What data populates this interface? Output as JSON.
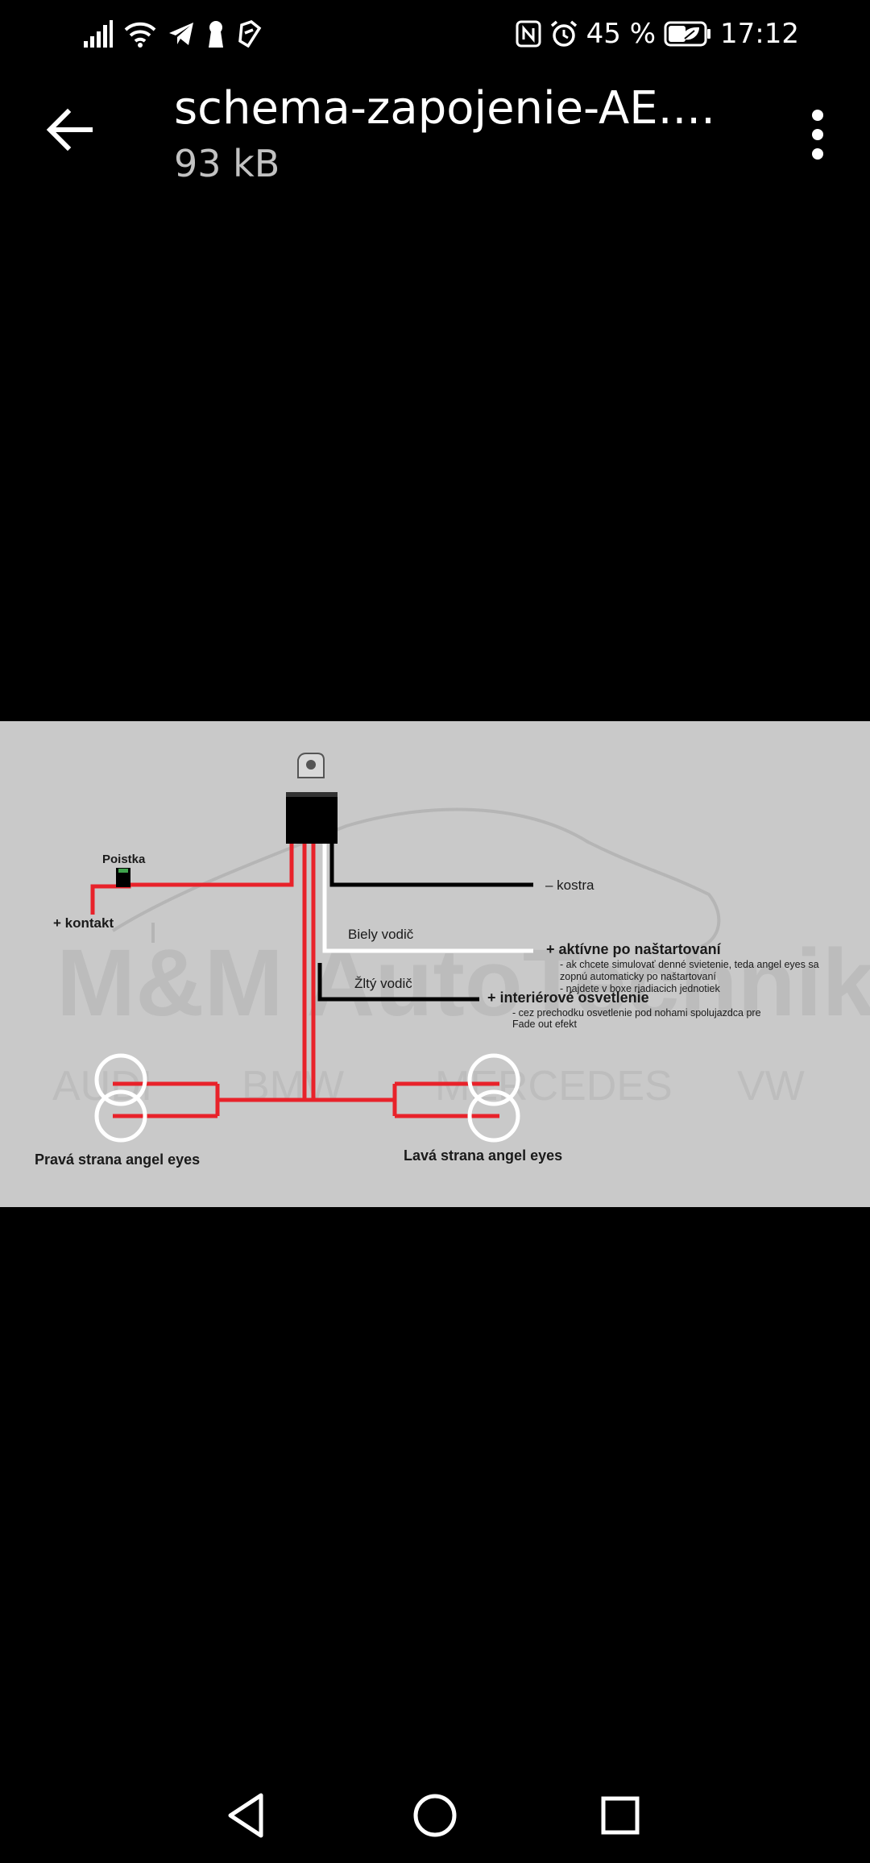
{
  "status_bar": {
    "battery": "45 %",
    "time": "17:12",
    "left_icons": [
      "signal-icon",
      "wifi-icon",
      "telegram-icon",
      "keyhole-icon",
      "app-icon"
    ],
    "right_icons": [
      "nfc-icon",
      "alarm-icon",
      "battery-icon"
    ]
  },
  "header": {
    "title": "schema-zapojenie-AE....",
    "size": "93 kB"
  },
  "diagram": {
    "watermark": "M&M AutoTechnik",
    "brands": [
      "AUDI",
      "BMW",
      "MERCEDES",
      "VW"
    ],
    "labels": {
      "fuse": "Poistka",
      "plus_contact": "+ kontakt",
      "ground": "– kostra",
      "white_wire": "Biely vodič",
      "yellow_wire": "Žltý vodič",
      "active_title": "+ aktívne po naštartovaní",
      "active_note1": "- ak chcete simulovať denné svietenie, teda angel eyes sa",
      "active_note2": "zopnú automaticky po naštartovaní",
      "active_note3": "- najdete v boxe riadiacich jednotiek",
      "interior_title": "+ interiérové osvetlenie",
      "interior_note1": "- cez prechodku osvetlenie pod nohami spolujazdca pre",
      "interior_note2": "Fade out efekt",
      "right_side": "Pravá strana angel eyes",
      "left_side": "Lavá strana angel eyes"
    }
  },
  "colors": {
    "background": "#000000",
    "image_bg": "#c9c9c9",
    "red_wire": "#e8222a",
    "black_wire": "#000000",
    "white_wire": "#ffffff"
  }
}
